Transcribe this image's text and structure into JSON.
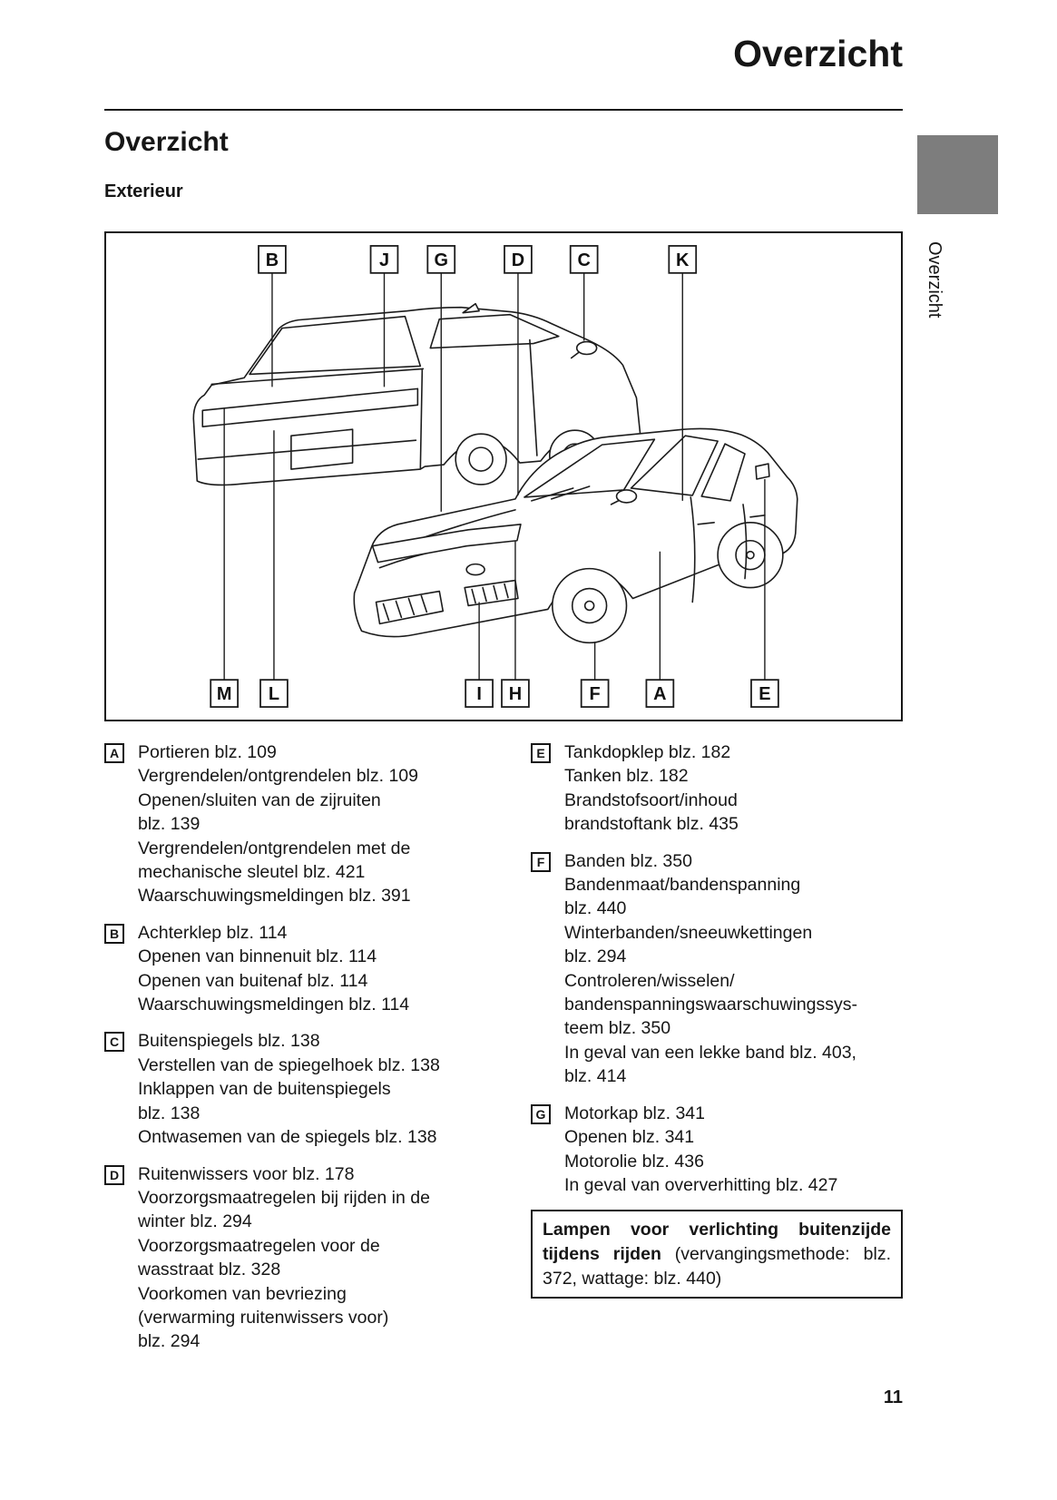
{
  "page": {
    "header_title": "Overzicht",
    "section_title": "Overzicht",
    "subsection_title": "Exterieur",
    "side_tab_label": "Overzicht",
    "page_number": "11"
  },
  "colors": {
    "chapter_tab_gray": "#7d7d7d",
    "text": "#161616"
  },
  "diagram": {
    "top_labels": [
      "B",
      "J",
      "G",
      "D",
      "C",
      "K"
    ],
    "bottom_labels": [
      "M",
      "L",
      "I",
      "H",
      "F",
      "A",
      "E"
    ]
  },
  "legend": {
    "left": [
      {
        "letter": "A",
        "lines": [
          "Portieren blz. 109",
          "Vergrendelen/ontgrendelen blz. 109",
          "Openen/sluiten van de zijruiten",
          "blz. 139",
          "Vergrendelen/ontgrendelen met de",
          "mechanische sleutel blz. 421",
          "Waarschuwingsmeldingen blz. 391"
        ]
      },
      {
        "letter": "B",
        "lines": [
          "Achterklep blz. 114",
          "Openen van binnenuit blz. 114",
          "Openen van buitenaf blz. 114",
          "Waarschuwingsmeldingen blz. 114"
        ]
      },
      {
        "letter": "C",
        "lines": [
          "Buitenspiegels blz. 138",
          "Verstellen van de spiegelhoek blz. 138",
          "Inklappen van de buitenspiegels",
          "blz. 138",
          "Ontwasemen van de spiegels blz. 138"
        ]
      },
      {
        "letter": "D",
        "lines": [
          "Ruitenwissers voor blz. 178",
          "Voorzorgsmaatregelen bij rijden in de",
          "winter blz. 294",
          "Voorzorgsmaatregelen voor de",
          "wasstraat blz. 328",
          "Voorkomen van bevriezing",
          "(verwarming ruitenwissers voor)",
          "blz. 294"
        ]
      }
    ],
    "right": [
      {
        "letter": "E",
        "lines": [
          "Tankdopklep blz. 182",
          "Tanken blz. 182",
          "Brandstofsoort/inhoud",
          "brandstoftank blz. 435"
        ]
      },
      {
        "letter": "F",
        "lines": [
          "Banden blz. 350",
          "Bandenmaat/bandenspanning",
          "blz. 440",
          "Winterbanden/sneeuwkettingen",
          "blz. 294",
          "Controleren/wisselen/",
          "bandenspanningswaarschuwingssys-",
          "teem blz. 350",
          "In geval van een lekke band blz. 403,",
          "blz. 414"
        ]
      },
      {
        "letter": "G",
        "lines": [
          "Motorkap blz. 341",
          "Openen blz. 341",
          "Motorolie blz. 436",
          "In geval van oververhitting blz. 427"
        ]
      }
    ]
  },
  "note": {
    "bold_text": "Lampen voor verlichting buitenzijde tijdens rijden",
    "normal_text": "(vervangingsmethode: blz. 372, wattage: blz. 440)"
  }
}
